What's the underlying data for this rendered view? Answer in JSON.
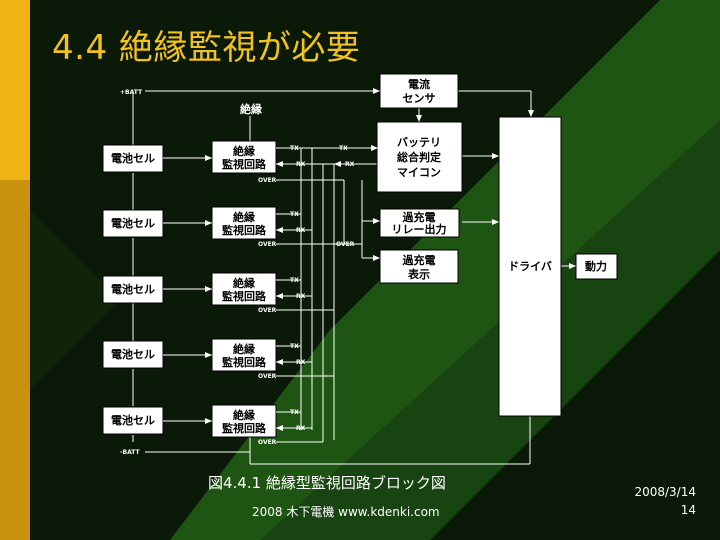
{
  "title": "4.4 絶縁監視が必要",
  "colors": {
    "title": "#f2c21e",
    "left_bar": "#f0b316",
    "background_dark": "#0b1a08",
    "background_green": "#1f5512"
  },
  "diagram": {
    "top_label": "絶縁",
    "batt_plus": "+BATT",
    "batt_minus": "-BATT",
    "cells": [
      "電池セル",
      "電池セル",
      "電池セル",
      "電池セル",
      "電池セル"
    ],
    "monitor": {
      "line1": "絶縁",
      "line2": "監視回路"
    },
    "signals": {
      "tx": "TX",
      "rx": "RX",
      "over": "OVER"
    },
    "current_sensor": {
      "line1": "電流",
      "line2": "センサ"
    },
    "battery_mcu": {
      "line1": "バッテリ",
      "line2": "総合判定",
      "line3": "マイコン"
    },
    "overcharge_relay": {
      "line1": "過充電",
      "line2": "リレー出力"
    },
    "overcharge_display": {
      "line1": "過充電",
      "line2": "表示"
    },
    "driver": "ドライバ",
    "power": "動力"
  },
  "caption": "図4.4.1 絶縁型監視回路ブロック図",
  "footer": "2008 木下電機 www.kdenki.com",
  "date": "2008/3/14",
  "page_number": "14"
}
